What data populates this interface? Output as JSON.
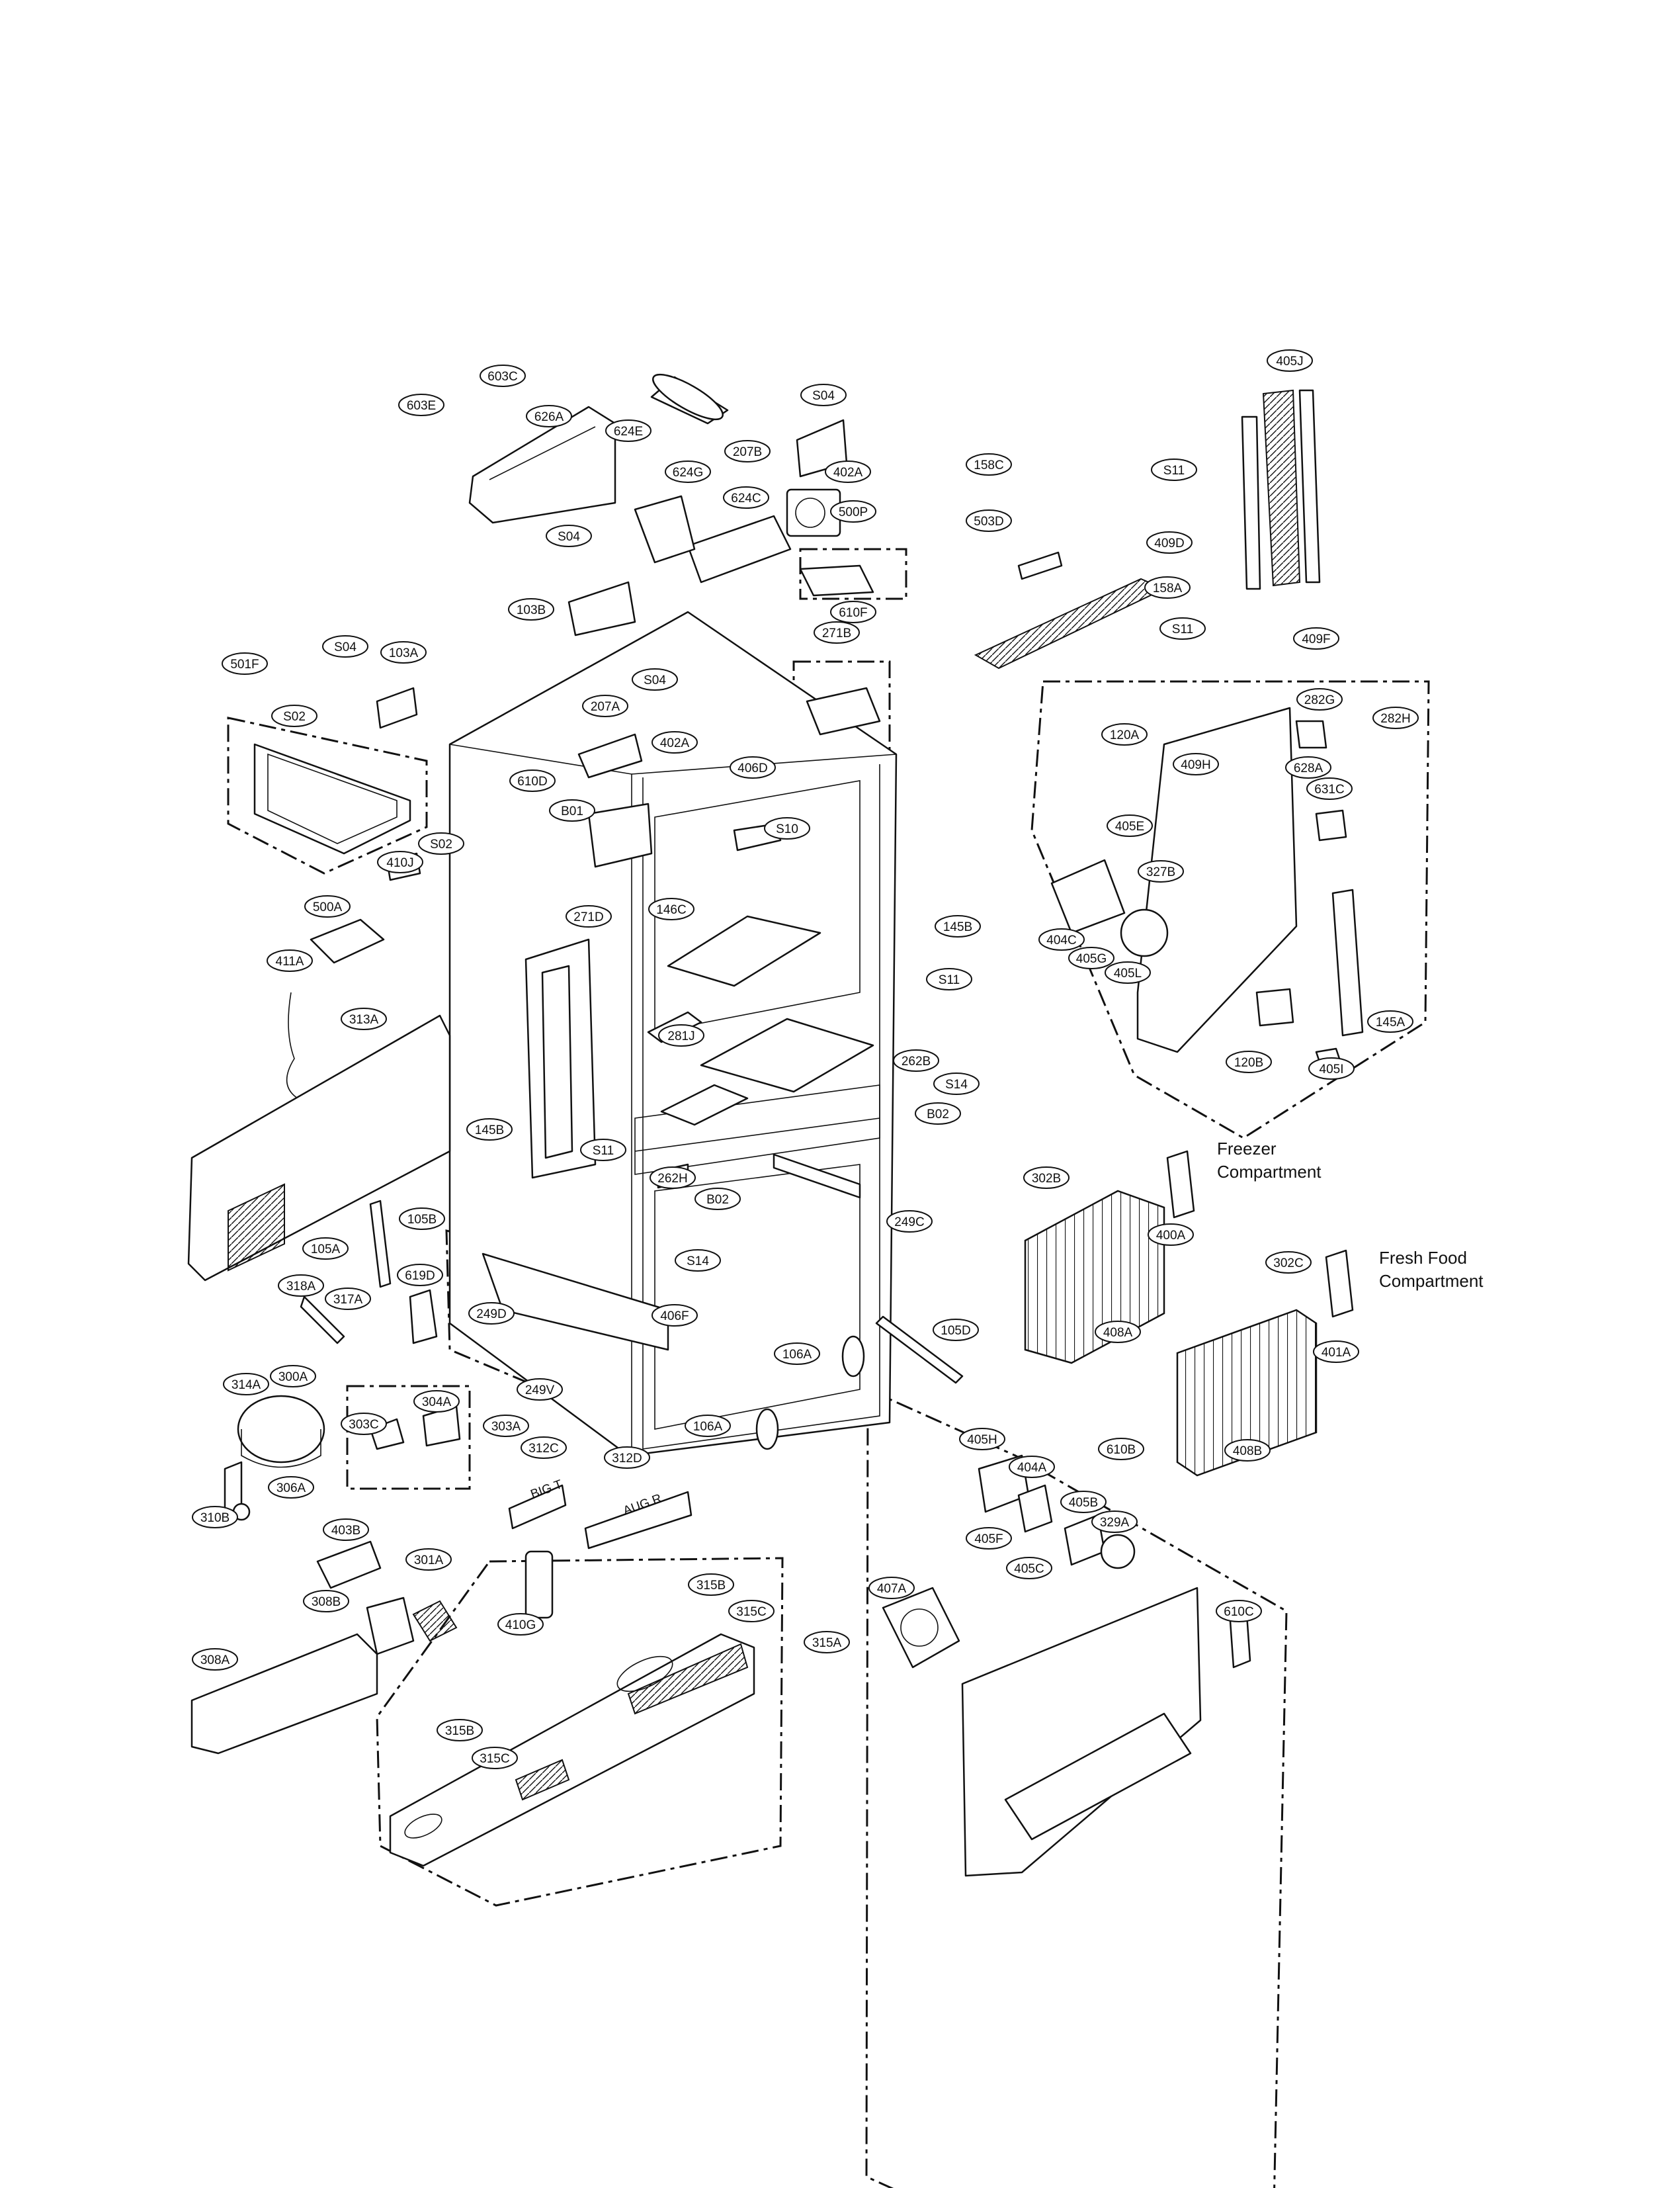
{
  "diagram": {
    "parts": [
      {
        "id": "p405J",
        "label": "405J"
      },
      {
        "id": "p603C",
        "label": "603C"
      },
      {
        "id": "p603E",
        "label": "603E"
      },
      {
        "id": "p626A",
        "label": "626A"
      },
      {
        "id": "p624E",
        "label": "624E"
      },
      {
        "id": "pS04a",
        "label": "S04"
      },
      {
        "id": "p207B",
        "label": "207B"
      },
      {
        "id": "p402Aa",
        "label": "402A"
      },
      {
        "id": "p158C",
        "label": "158C"
      },
      {
        "id": "pS11a",
        "label": "S11"
      },
      {
        "id": "p624G",
        "label": "624G"
      },
      {
        "id": "p624C",
        "label": "624C"
      },
      {
        "id": "p500P",
        "label": "500P"
      },
      {
        "id": "p503D",
        "label": "503D"
      },
      {
        "id": "p409D",
        "label": "409D"
      },
      {
        "id": "pS04b",
        "label": "S04"
      },
      {
        "id": "p158A",
        "label": "158A"
      },
      {
        "id": "p103B",
        "label": "103B"
      },
      {
        "id": "p610F",
        "label": "610F"
      },
      {
        "id": "pS11b",
        "label": "S11"
      },
      {
        "id": "p409F",
        "label": "409F"
      },
      {
        "id": "p271B",
        "label": "271B"
      },
      {
        "id": "p501F",
        "label": "501F"
      },
      {
        "id": "pS04c",
        "label": "S04"
      },
      {
        "id": "p103A",
        "label": "103A"
      },
      {
        "id": "pS04d",
        "label": "S04"
      },
      {
        "id": "p207A",
        "label": "207A"
      },
      {
        "id": "p282G",
        "label": "282G"
      },
      {
        "id": "p282H",
        "label": "282H"
      },
      {
        "id": "pS02a",
        "label": "S02"
      },
      {
        "id": "p402Ab",
        "label": "402A"
      },
      {
        "id": "p120A",
        "label": "120A"
      },
      {
        "id": "p409H",
        "label": "409H"
      },
      {
        "id": "p628A",
        "label": "628A"
      },
      {
        "id": "p406D",
        "label": "406D"
      },
      {
        "id": "p610D",
        "label": "610D"
      },
      {
        "id": "p631C",
        "label": "631C"
      },
      {
        "id": "pB01",
        "label": "B01"
      },
      {
        "id": "pS10",
        "label": "S10"
      },
      {
        "id": "p405E",
        "label": "405E"
      },
      {
        "id": "pS02b",
        "label": "S02"
      },
      {
        "id": "p410J",
        "label": "410J"
      },
      {
        "id": "p327B",
        "label": "327B"
      },
      {
        "id": "p271D",
        "label": "271D"
      },
      {
        "id": "p500A",
        "label": "500A"
      },
      {
        "id": "p146C",
        "label": "146C"
      },
      {
        "id": "p145Ba",
        "label": "145B"
      },
      {
        "id": "p404C",
        "label": "404C"
      },
      {
        "id": "p405G",
        "label": "405G"
      },
      {
        "id": "p405L",
        "label": "405L"
      },
      {
        "id": "p411A",
        "label": "411A"
      },
      {
        "id": "pS11c",
        "label": "S11"
      },
      {
        "id": "p313A",
        "label": "313A"
      },
      {
        "id": "p145A",
        "label": "145A"
      },
      {
        "id": "p281J",
        "label": "281J"
      },
      {
        "id": "p262B",
        "label": "262B"
      },
      {
        "id": "p120B",
        "label": "120B"
      },
      {
        "id": "p405I",
        "label": "405I"
      },
      {
        "id": "pS14a",
        "label": "S14"
      },
      {
        "id": "pB02a",
        "label": "B02"
      },
      {
        "id": "p145Bb",
        "label": "145B"
      },
      {
        "id": "pS11d",
        "label": "S11"
      },
      {
        "id": "p262H",
        "label": "262H"
      },
      {
        "id": "p302B",
        "label": "302B"
      },
      {
        "id": "pB02b",
        "label": "B02"
      },
      {
        "id": "p249C",
        "label": "249C"
      },
      {
        "id": "p105B",
        "label": "105B"
      },
      {
        "id": "p105A",
        "label": "105A"
      },
      {
        "id": "p400A",
        "label": "400A"
      },
      {
        "id": "pS14b",
        "label": "S14"
      },
      {
        "id": "p302C",
        "label": "302C"
      },
      {
        "id": "p619D",
        "label": "619D"
      },
      {
        "id": "p318A",
        "label": "318A"
      },
      {
        "id": "p317A",
        "label": "317A"
      },
      {
        "id": "p249D",
        "label": "249D"
      },
      {
        "id": "p406F",
        "label": "406F"
      },
      {
        "id": "p105D",
        "label": "105D"
      },
      {
        "id": "p408A",
        "label": "408A"
      },
      {
        "id": "p401A",
        "label": "401A"
      },
      {
        "id": "p106Aa",
        "label": "106A"
      },
      {
        "id": "p314A",
        "label": "314A"
      },
      {
        "id": "p300A",
        "label": "300A"
      },
      {
        "id": "p249V",
        "label": "249V"
      },
      {
        "id": "p304A",
        "label": "304A"
      },
      {
        "id": "p303C",
        "label": "303C"
      },
      {
        "id": "p303A",
        "label": "303A"
      },
      {
        "id": "p106Ab",
        "label": "106A"
      },
      {
        "id": "p610B",
        "label": "610B"
      },
      {
        "id": "p405H",
        "label": "405H"
      },
      {
        "id": "p408B",
        "label": "408B"
      },
      {
        "id": "p312C",
        "label": "312C"
      },
      {
        "id": "p404A",
        "label": "404A"
      },
      {
        "id": "p312D",
        "label": "312D"
      },
      {
        "id": "p306A",
        "label": "306A"
      },
      {
        "id": "p310B",
        "label": "310B"
      },
      {
        "id": "p405B",
        "label": "405B"
      },
      {
        "id": "p329A",
        "label": "329A"
      },
      {
        "id": "p403B",
        "label": "403B"
      },
      {
        "id": "p405F",
        "label": "405F"
      },
      {
        "id": "p301A",
        "label": "301A"
      },
      {
        "id": "p405C",
        "label": "405C"
      },
      {
        "id": "p315B",
        "label": "315B"
      },
      {
        "id": "p407A",
        "label": "407A"
      },
      {
        "id": "p308B",
        "label": "308B"
      },
      {
        "id": "p315C",
        "label": "315C"
      },
      {
        "id": "p610C",
        "label": "610C"
      },
      {
        "id": "p410G",
        "label": "410G"
      },
      {
        "id": "p315A",
        "label": "315A"
      },
      {
        "id": "p308A",
        "label": "308A"
      },
      {
        "id": "p315Bb",
        "label": "315B"
      },
      {
        "id": "p315Cb",
        "label": "315C"
      }
    ],
    "notes": {
      "freezer_line1": "Freezer",
      "freezer_line2": "Compartment",
      "freshfood_line1": "Fresh Food",
      "freshfood_line2": "Compartment"
    },
    "part_markings": {
      "bin_312C": "BIG T",
      "bin_312D": "AUG R"
    }
  }
}
